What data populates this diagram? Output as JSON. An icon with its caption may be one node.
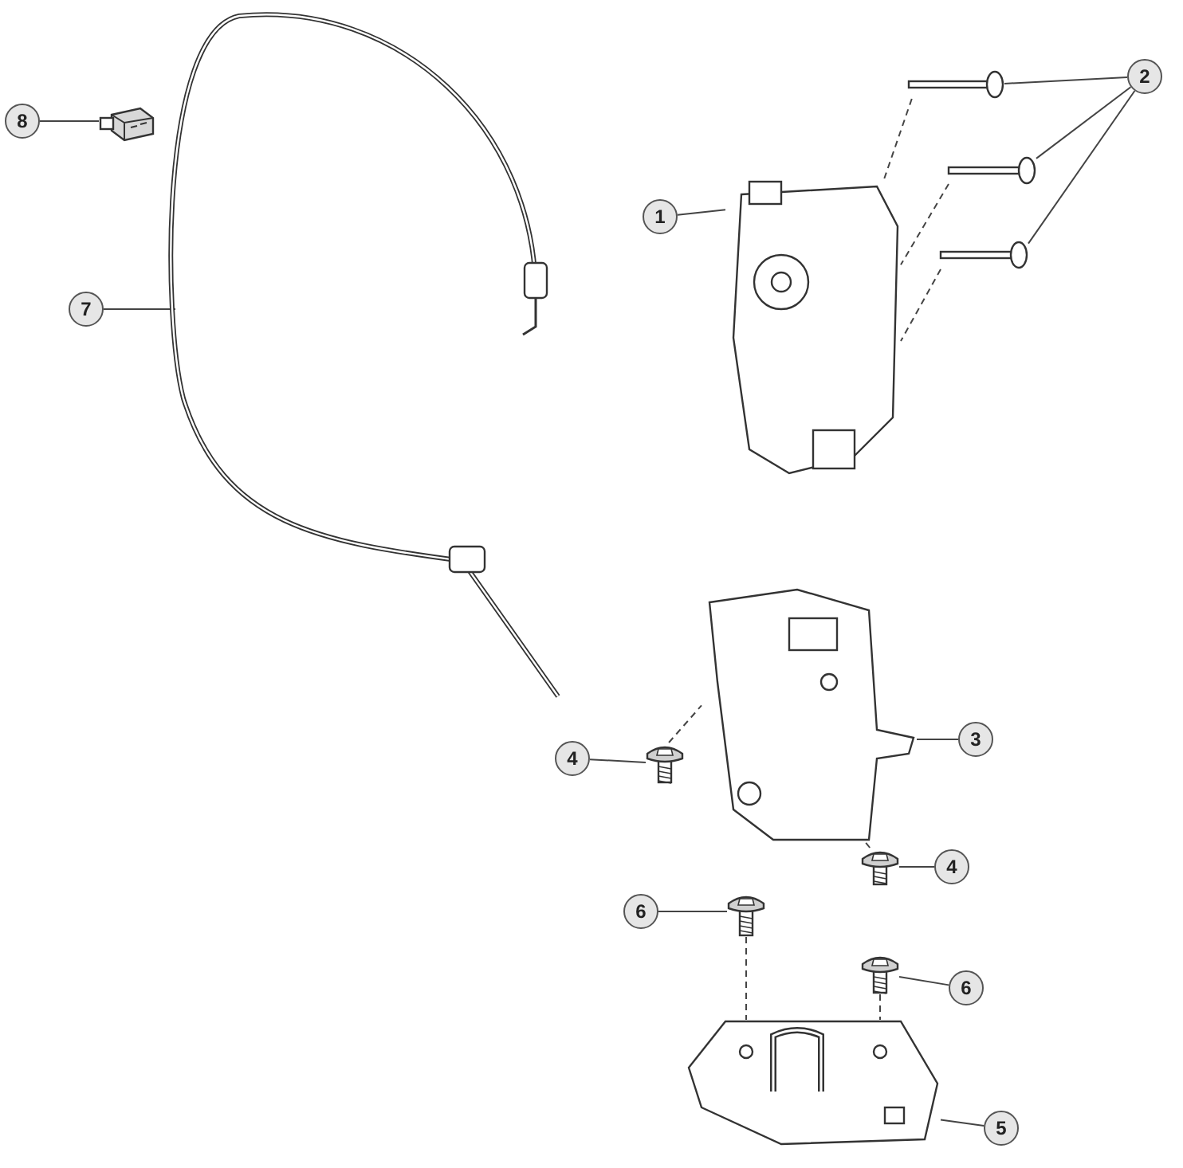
{
  "diagram": {
    "nodes": [
      {
        "text": [
          "8"
        ]
      },
      {
        "text": [],
        "shape": "picture"
      },
      {
        "text": [],
        "shape": "picture"
      },
      {
        "text": [
          "2"
        ]
      },
      {
        "text": [],
        "shape": "picture"
      },
      {
        "text": [],
        "shape": "picture"
      },
      {
        "text": [],
        "shape": "picture"
      },
      {
        "text": [
          "1"
        ]
      },
      {
        "text": [],
        "shape": "picture"
      },
      {
        "text": [
          "7"
        ]
      },
      {
        "text": [],
        "shape": "picture"
      },
      {
        "text": [
          "3"
        ]
      },
      {
        "text": [
          "4"
        ]
      },
      {
        "text": [],
        "shape": "picture"
      },
      {
        "text": [],
        "shape": "picture"
      },
      {
        "text": [
          "4"
        ]
      },
      {
        "text": [
          "6"
        ]
      },
      {
        "text": [],
        "shape": "picture"
      },
      {
        "text": [],
        "shape": "picture"
      },
      {
        "text": [
          "6"
        ]
      },
      {
        "text": [],
        "shape": "picture"
      },
      {
        "text": [
          "5"
        ]
      }
    ],
    "edges": [
      {
        "from": 0,
        "to": 1,
        "arrow": "none"
      },
      {
        "from": 3,
        "to": 4,
        "arrow": "none"
      },
      {
        "from": 3,
        "to": 5,
        "arrow": "none"
      },
      {
        "from": 3,
        "to": 6,
        "arrow": "none"
      },
      {
        "from": 7,
        "to": 8,
        "arrow": "none"
      },
      {
        "from": 9,
        "to": 2,
        "arrow": "none"
      },
      {
        "from": 11,
        "to": 10,
        "arrow": "none"
      },
      {
        "from": 12,
        "to": 13,
        "arrow": "none"
      },
      {
        "from": 15,
        "to": 14,
        "arrow": "none"
      },
      {
        "from": 16,
        "to": 17,
        "arrow": "none"
      },
      {
        "from": 19,
        "to": 18,
        "arrow": "none"
      },
      {
        "from": 21,
        "to": 20,
        "arrow": "none"
      },
      {
        "from": 4,
        "to": 8,
        "arrow": "none",
        "style": "dashed"
      },
      {
        "from": 5,
        "to": 8,
        "arrow": "none",
        "style": "dashed"
      },
      {
        "from": 6,
        "to": 8,
        "arrow": "none",
        "style": "dashed"
      },
      {
        "from": 13,
        "to": 10,
        "arrow": "none",
        "style": "dashed"
      },
      {
        "from": 14,
        "to": 10,
        "arrow": "none",
        "style": "dashed"
      },
      {
        "from": 17,
        "to": 20,
        "arrow": "none",
        "style": "dashed"
      },
      {
        "from": 18,
        "to": 20,
        "arrow": "none",
        "style": "dashed"
      }
    ]
  }
}
